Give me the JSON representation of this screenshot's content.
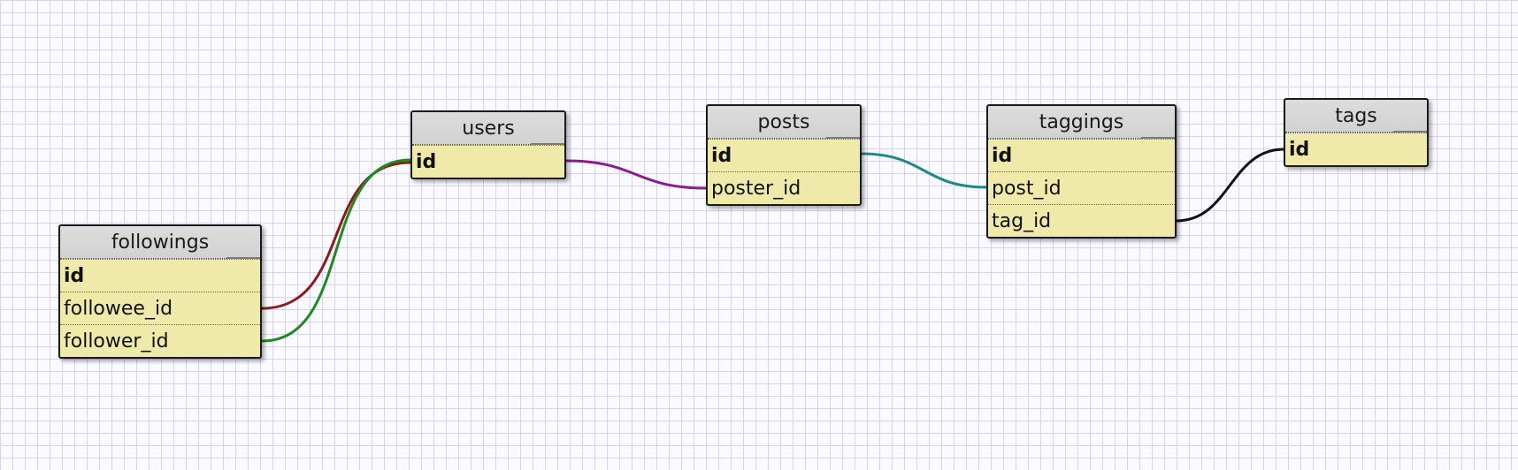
{
  "tables": {
    "followings": {
      "name": "followings",
      "columns": [
        {
          "name": "id",
          "primary": true
        },
        {
          "name": "followee_id",
          "primary": false
        },
        {
          "name": "follower_id",
          "primary": false
        }
      ]
    },
    "users": {
      "name": "users",
      "columns": [
        {
          "name": "id",
          "primary": true
        }
      ]
    },
    "posts": {
      "name": "posts",
      "columns": [
        {
          "name": "id",
          "primary": true
        },
        {
          "name": "poster_id",
          "primary": false
        }
      ]
    },
    "taggings": {
      "name": "taggings",
      "columns": [
        {
          "name": "id",
          "primary": true
        },
        {
          "name": "post_id",
          "primary": false
        },
        {
          "name": "tag_id",
          "primary": false
        }
      ]
    },
    "tags": {
      "name": "tags",
      "columns": [
        {
          "name": "id",
          "primary": true
        }
      ]
    }
  },
  "relationships": [
    {
      "from": "followings.followee_id",
      "to": "users.id",
      "color": "#8b1a1a"
    },
    {
      "from": "followings.follower_id",
      "to": "users.id",
      "color": "#1f8a1f"
    },
    {
      "from": "posts.poster_id",
      "to": "users.id",
      "color": "#8e1b8e"
    },
    {
      "from": "taggings.post_id",
      "to": "posts.id",
      "color": "#1d8a8a"
    },
    {
      "from": "taggings.tag_id",
      "to": "tags.id",
      "color": "#111111"
    }
  ]
}
